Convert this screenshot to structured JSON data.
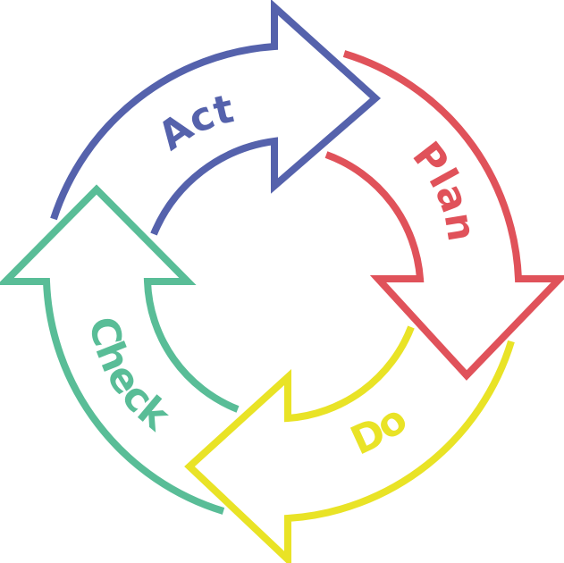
{
  "stages": [
    {
      "id": "act",
      "label": "Act",
      "color": "#5562ac"
    },
    {
      "id": "plan",
      "label": "Plan",
      "color": "#e0525a"
    },
    {
      "id": "do",
      "label": "Do",
      "color": "#e9e326"
    },
    {
      "id": "check",
      "label": "Check",
      "color": "#59bd97"
    }
  ]
}
